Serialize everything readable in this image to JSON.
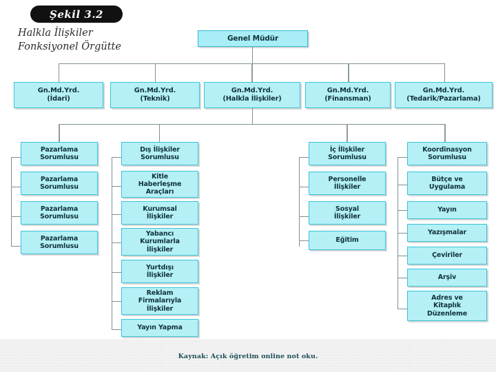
{
  "figure": {
    "badge_label": "Şekil 3.2",
    "subtitle_line1": "Halkla İlişkiler",
    "subtitle_line2": "Fonksiyonel Örgütte",
    "source_note": "Kaynak: Açık öğretim online not oku."
  },
  "colors": {
    "box_fill": "#b4f0f6",
    "box_border": "#39c3d6",
    "box_text": "#10313a",
    "connector": "#7f8f93",
    "badge_bg": "#111111",
    "badge_text": "#ffffff",
    "footer_band": "#f3f3f3",
    "footer_text": "#1d4f59",
    "canvas": "#ffffff"
  },
  "chart_data": {
    "type": "diagram",
    "diagram_kind": "organizational-chart",
    "title": "Şekil 3.2 — Halkla İlişkiler Fonksiyonel Örgütte",
    "orientation": "top-down",
    "levels": 3,
    "root": {
      "id": "n0",
      "label": "Genel Müdür"
    },
    "level1": [
      {
        "id": "n1",
        "label": "Gn.Md.Yrd.\n(İdari)"
      },
      {
        "id": "n2",
        "label": "Gn.Md.Yrd.\n(Teknik)"
      },
      {
        "id": "n3",
        "label": "Gn.Md.Yrd.\n(Halkla İlişkiler)"
      },
      {
        "id": "n4",
        "label": "Gn.Md.Yrd.\n(Finansman)"
      },
      {
        "id": "n5",
        "label": "Gn.Md.Yrd.\n(Tedarik/Pazarlama)"
      }
    ],
    "columns": [
      {
        "id": "col1",
        "head": "Pazarlama\nSorumlusu",
        "items": [
          "Pazarlama\nSorumlusu",
          "Pazarlama\nSorumlusu",
          "Pazarlama\nSorumlusu"
        ]
      },
      {
        "id": "col2",
        "head": "Dış İlişkiler\nSorumlusu",
        "items": [
          "Kitle\nHaberleşme\nAraçları",
          "Kurumsal\nİlişkiler",
          "Yabancı\nKurumlarla\nİlişkiler",
          "Yurtdışı\nİlişkiler",
          "Reklam\nFirmalarıyla\nİlişkiler",
          "Yayın Yapma"
        ]
      },
      {
        "id": "col3",
        "head": "İç İlişkiler\nSorumlusu",
        "items": [
          "Personelle\nİlişkiler",
          "Sosyal\nİlişkiler",
          "Eğitim"
        ]
      },
      {
        "id": "col4",
        "head": "Koordinasyon\nSorumlusu",
        "items": [
          "Bütçe ve\nUygulama",
          "Yayın",
          "Yazışmalar",
          "Çeviriler",
          "Arşiv",
          "Adres ve\nKitaplık\nDüzenleme"
        ]
      }
    ]
  }
}
